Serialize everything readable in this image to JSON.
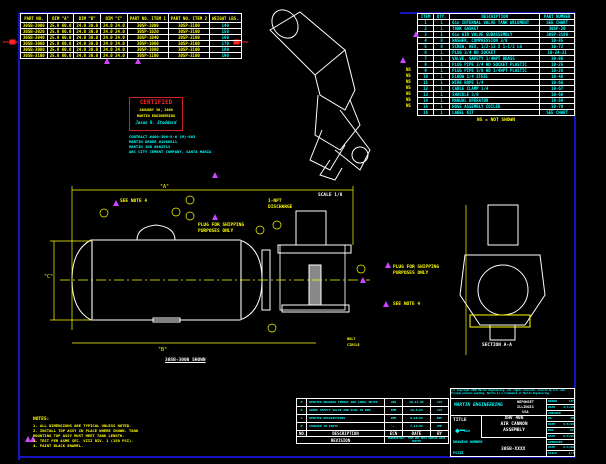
{
  "part_table": {
    "headers": [
      "PART NO.",
      "DIM \"A\"",
      "DIM \"B\"",
      "DIM \"C\"",
      "PART NO. ITEM 1",
      "PART NO. ITEM 2",
      "WEIGHT LBS."
    ],
    "rows": [
      [
        "30SB-3000",
        "25.8 60.0",
        "24.0 30.0",
        "24.0 24.0",
        "30SP-1000",
        "30SP-3100",
        "140"
      ],
      [
        "30SB-3020",
        "25.8 60.0",
        "24.0 30.0",
        "24.0 24.0",
        "30SP-1020",
        "30SP-3100",
        "150"
      ],
      [
        "30SB-3040",
        "25.8 60.0",
        "24.0 30.0",
        "24.0 24.0",
        "30SP-1040",
        "30SP-3100",
        "160"
      ],
      [
        "30SB-3060",
        "25.8 60.0",
        "24.0 30.0",
        "24.0 24.0",
        "30SP-1060",
        "30SP-3100",
        "170"
      ],
      [
        "30SB-3080",
        "25.8 60.0",
        "24.0 30.0",
        "24.0 24.0",
        "30SP-1080",
        "30SP-3100",
        "180"
      ],
      [
        "30SB-3100",
        "25.8 60.0",
        "24.0 30.0",
        "24.0 24.0",
        "30SP-1100",
        "30SP-3100",
        "190"
      ]
    ]
  },
  "bom": {
    "headers": [
      "ITEM",
      "QTY.",
      "DESCRIPTION",
      "PART NUMBER"
    ],
    "rows": [
      [
        "1",
        "1",
        "6in INTERNAL VALVE TANK WELDMENT",
        "SEE CHART"
      ],
      [
        "2",
        "1",
        "TANK GASKET",
        "30SP-20"
      ],
      [
        "3",
        "1",
        "6in AIR VALVE SUBASSEMBLY",
        "30SP-3100"
      ],
      [
        "4",
        "8",
        "WASHER, COMPRESSION 3/8",
        "10-85"
      ],
      [
        "5",
        "8",
        "SCREW, HEX, 1/2-13 X 1-1/2 LG",
        "10-72"
      ],
      [
        "6",
        "1",
        "PLUG 3/4 HD SOCKET",
        "10-24-21"
      ],
      [
        "7",
        "1",
        "VALVE, SAFETY 1/4NPT BRASS",
        "30-88"
      ],
      [
        "8",
        "1",
        "PLUG PIPE 3/4 HD SOCKET PLASTIC",
        "10-25"
      ],
      [
        "9",
        "1",
        "PLUG PIPE 3/8 HD 1/4NPT PLASTIC",
        "10-26"
      ],
      [
        "10",
        "1",
        "ELBOW 1/4 STEEL",
        "10-40"
      ],
      [
        "11",
        "1",
        "WIRE ROPE 1/4",
        "10-66"
      ],
      [
        "12",
        "1",
        "CABLE CLAMP 1/4",
        "10-67"
      ],
      [
        "13",
        "1",
        "SHACKLE 3/8",
        "10-68"
      ],
      [
        "14",
        "1",
        "MANUAL OPERATOR",
        "10-69"
      ],
      [
        "15",
        "1",
        "HOSE ASSEMBLY COILED",
        "10-70"
      ],
      [
        "16",
        "1",
        "LABEL KIT",
        "SEE CHART"
      ]
    ],
    "ns_flags": [
      "NS",
      "NS",
      "NS",
      "NS",
      "NS",
      "NS",
      "NS"
    ],
    "footnote": "NS = NOT SHOWN"
  },
  "certified": {
    "title": "CERTIFIED",
    "date": "JANUARY 30, 2008",
    "company": "MARTIN ENGINEERING",
    "signature": "Jason R. Stoddard"
  },
  "contract": [
    "CONTRACT #400-306-8-6 (M)-003",
    "MARTIN ORDER #1000811",
    "MARTIN JOB #802513",
    "ABC CITY CEMENT COMPANY, SANTA MARIA"
  ],
  "views": {
    "iso_label": "SCALE 1/8",
    "side_label": "30SB-3000 SHOWN",
    "section_label": "SECTION A-A"
  },
  "callouts": {
    "see_note": "SEE NOTE 4",
    "plug_shipping": "PLUG FOR SHIPPING PURPOSES ONLY",
    "npt_discharge": "1-NPT DISCHARGE",
    "dim_a": "\"A\"",
    "dim_b": "\"B\"",
    "dim_c": "\"C\"",
    "bolt_circle": "BOLT CIRCLE",
    "see_note2": "SEE NOTE 4",
    "plug_shipping2": "PLUG FOR SHIPPING PURPOSES ONLY",
    "section_a": "A",
    "items": [
      "1",
      "2",
      "3",
      "4",
      "5",
      "6",
      "7",
      "8",
      "9"
    ]
  },
  "notes": {
    "title": "NOTES:",
    "lines": [
      "1. ALL DIMENSIONS ARE TYPICAL UNLESS NOTED.",
      "2. INSTALL TOP ASSY IN PLACE WHERE SHOWN. TANK",
      "   MOUNTING TOP ASSY MUST MEET TANK LENGTH.",
      "3. TEST PER ASME SEC. VIII DIV. 1 (150 PSI).",
      "4. PAINT BLACK ENAMEL."
    ]
  },
  "revisions": {
    "rows": [
      [
        "E",
        "UPDATED DRAWING FORMAT AND LABEL NOTES",
        "JRS",
        "10-11-05",
        "JJS"
      ],
      [
        "D",
        "ADDED SAFETY VALVE AND PLUG TO BOM",
        "SMM",
        "10-5-04",
        "JJS"
      ],
      [
        "C",
        "UPDATED DESCRIPTIONS",
        "DPM",
        "8-10-03",
        "KRF"
      ],
      [
        "B",
        "CHANGED TO PARTS",
        "—",
        "7-14-02",
        "JMF"
      ]
    ],
    "headers": [
      "NO.",
      "DESCRIPTION",
      "ECN",
      "DATE",
      "BY"
    ],
    "footer": "REVISION",
    "footer_note": "PROPRIETARY: THIS DOC MUST REMAIN WITH MARTIN"
  },
  "title_block": {
    "copyright": "(c) Copyright 2008 Martin Engineering. All rights reserved. Covered by U.S. and foreign patents pending. Martin is a trademark of Martin Engineering.",
    "company": "MARTIN ENGINEERING",
    "location": [
      "NEPONSET",
      "ILLINOIS",
      "USA"
    ],
    "title_label": "TITLE",
    "title": [
      "XHV 400",
      "AIR CANNON",
      "ASSEMBLY"
    ],
    "drawing_number_label": "DRAWING NUMBER",
    "drawing_number": "30SB-XXXX",
    "psize": "PSIZE",
    "fields": [
      [
        "DRAWN",
        "JJF"
      ],
      [
        "DATE",
        "4/3/98"
      ],
      [
        "CHECKED",
        ""
      ],
      [
        "DA",
        "SM"
      ],
      [
        "DATE",
        "5/6/98"
      ],
      [
        "ENG",
        "KC"
      ],
      [
        "DATE",
        "6/4/98"
      ],
      [
        "APPROVED",
        ""
      ],
      [
        "DATE",
        "6/4/98"
      ],
      [
        "SCALE",
        "1/4"
      ]
    ]
  },
  "colors": {
    "border": "#1a1aff",
    "yellow": "#ffff00",
    "cyan": "#00ffff",
    "red": "#ff2020",
    "magenta": "#c040ff"
  }
}
